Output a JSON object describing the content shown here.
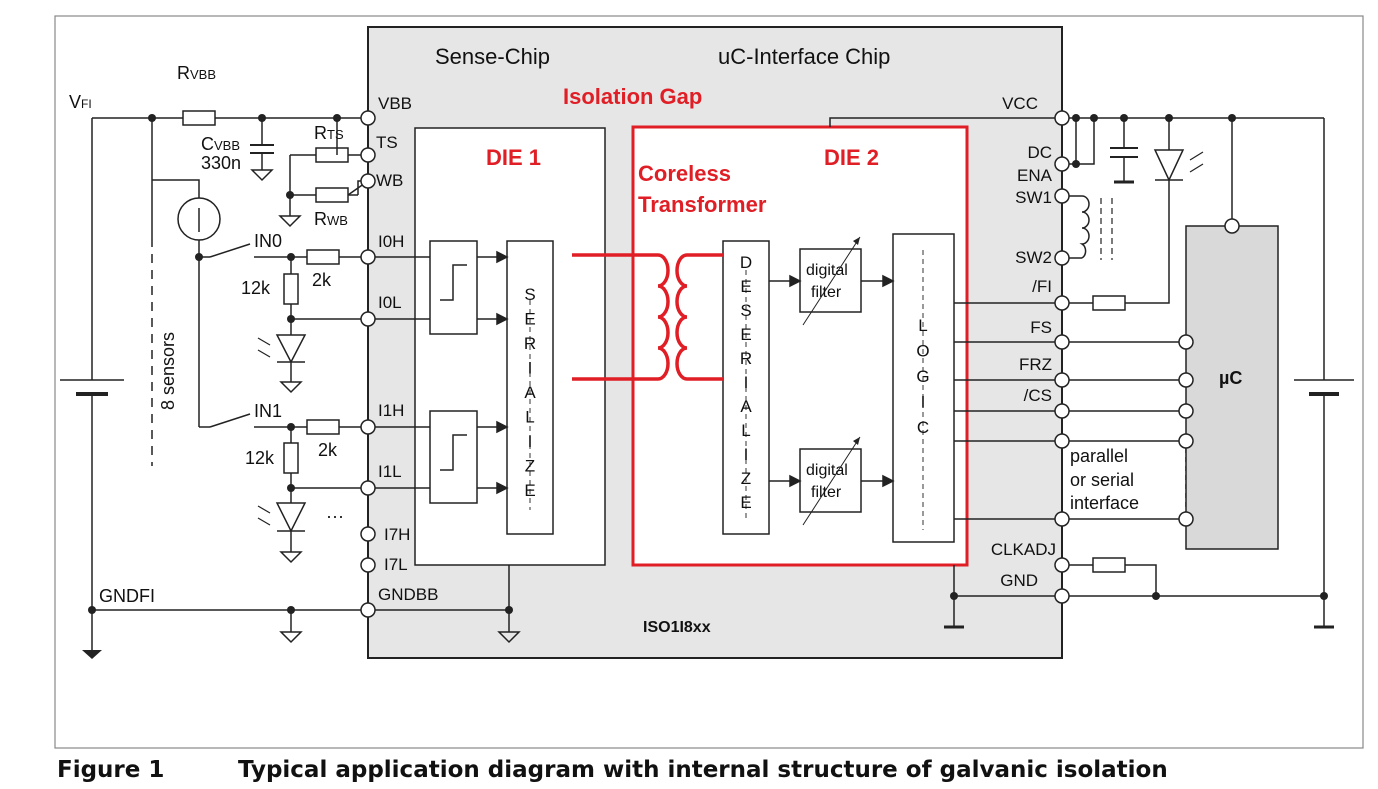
{
  "chip": {
    "sense_chip": "Sense-Chip",
    "uc_interface_chip": "uC-Interface Chip",
    "isolation_gap": "Isolation Gap",
    "die1": "DIE 1",
    "die2": "DIE 2",
    "coreless_line1": "Coreless",
    "coreless_line2": "Transformer",
    "serialize": [
      "S",
      "E",
      "R",
      "I",
      "A",
      "L",
      "I",
      "Z",
      "E"
    ],
    "deserialize": [
      "D",
      "E",
      "S",
      "E",
      "R",
      "I",
      "A",
      "L",
      "I",
      "Z",
      "E"
    ],
    "logic": [
      "L",
      "O",
      "G",
      "I",
      "C"
    ],
    "digital_filter_line1": "digital",
    "digital_filter_line2": "filter",
    "part_number": "ISO1I8xx"
  },
  "left_pins": {
    "vbb": "VBB",
    "ts": "TS",
    "wb": "WB",
    "i0h": "I0H",
    "i0l": "I0L",
    "i1h": "I1H",
    "i1l": "I1L",
    "i7h": "I7H",
    "i7l": "I7L",
    "gndbb": "GNDBB"
  },
  "right_pins": {
    "vcc": "VCC",
    "dc": "DC",
    "ena": "ENA",
    "sw1": "SW1",
    "sw2": "SW2",
    "fi": "/FI",
    "fs": "FS",
    "frz": "FRZ",
    "cs": "/CS",
    "clkadj": "CLKADJ",
    "gnd": "GND"
  },
  "external": {
    "vfi": "V",
    "vfi_sub": "FI",
    "rvbb": "R",
    "rvbb_sub": "VBB",
    "cvbb": "C",
    "cvbb_sub": "VBB",
    "cvbb_value": "330n",
    "rts": "R",
    "rts_sub": "TS",
    "rwb": "R",
    "rwb_sub": "WB",
    "in0": "IN0",
    "in1": "IN1",
    "r12k_a": "12k",
    "r2k_a": "2k",
    "r12k_b": "12k",
    "r2k_b": "2k",
    "sensors": "8 sensors",
    "ellipsis": "···",
    "gndfi": "GNDFI",
    "uc": "µC",
    "interface_line1": "parallel",
    "interface_line2": "or serial",
    "interface_line3": "interface"
  },
  "caption": {
    "figure": "Figure 1",
    "text": "Typical application diagram with internal structure of galvanic isolation"
  },
  "colors": {
    "isolation_red": "#e01e26",
    "chip_fill": "#e6e6e6",
    "uc_fill": "#d9d9d9"
  }
}
